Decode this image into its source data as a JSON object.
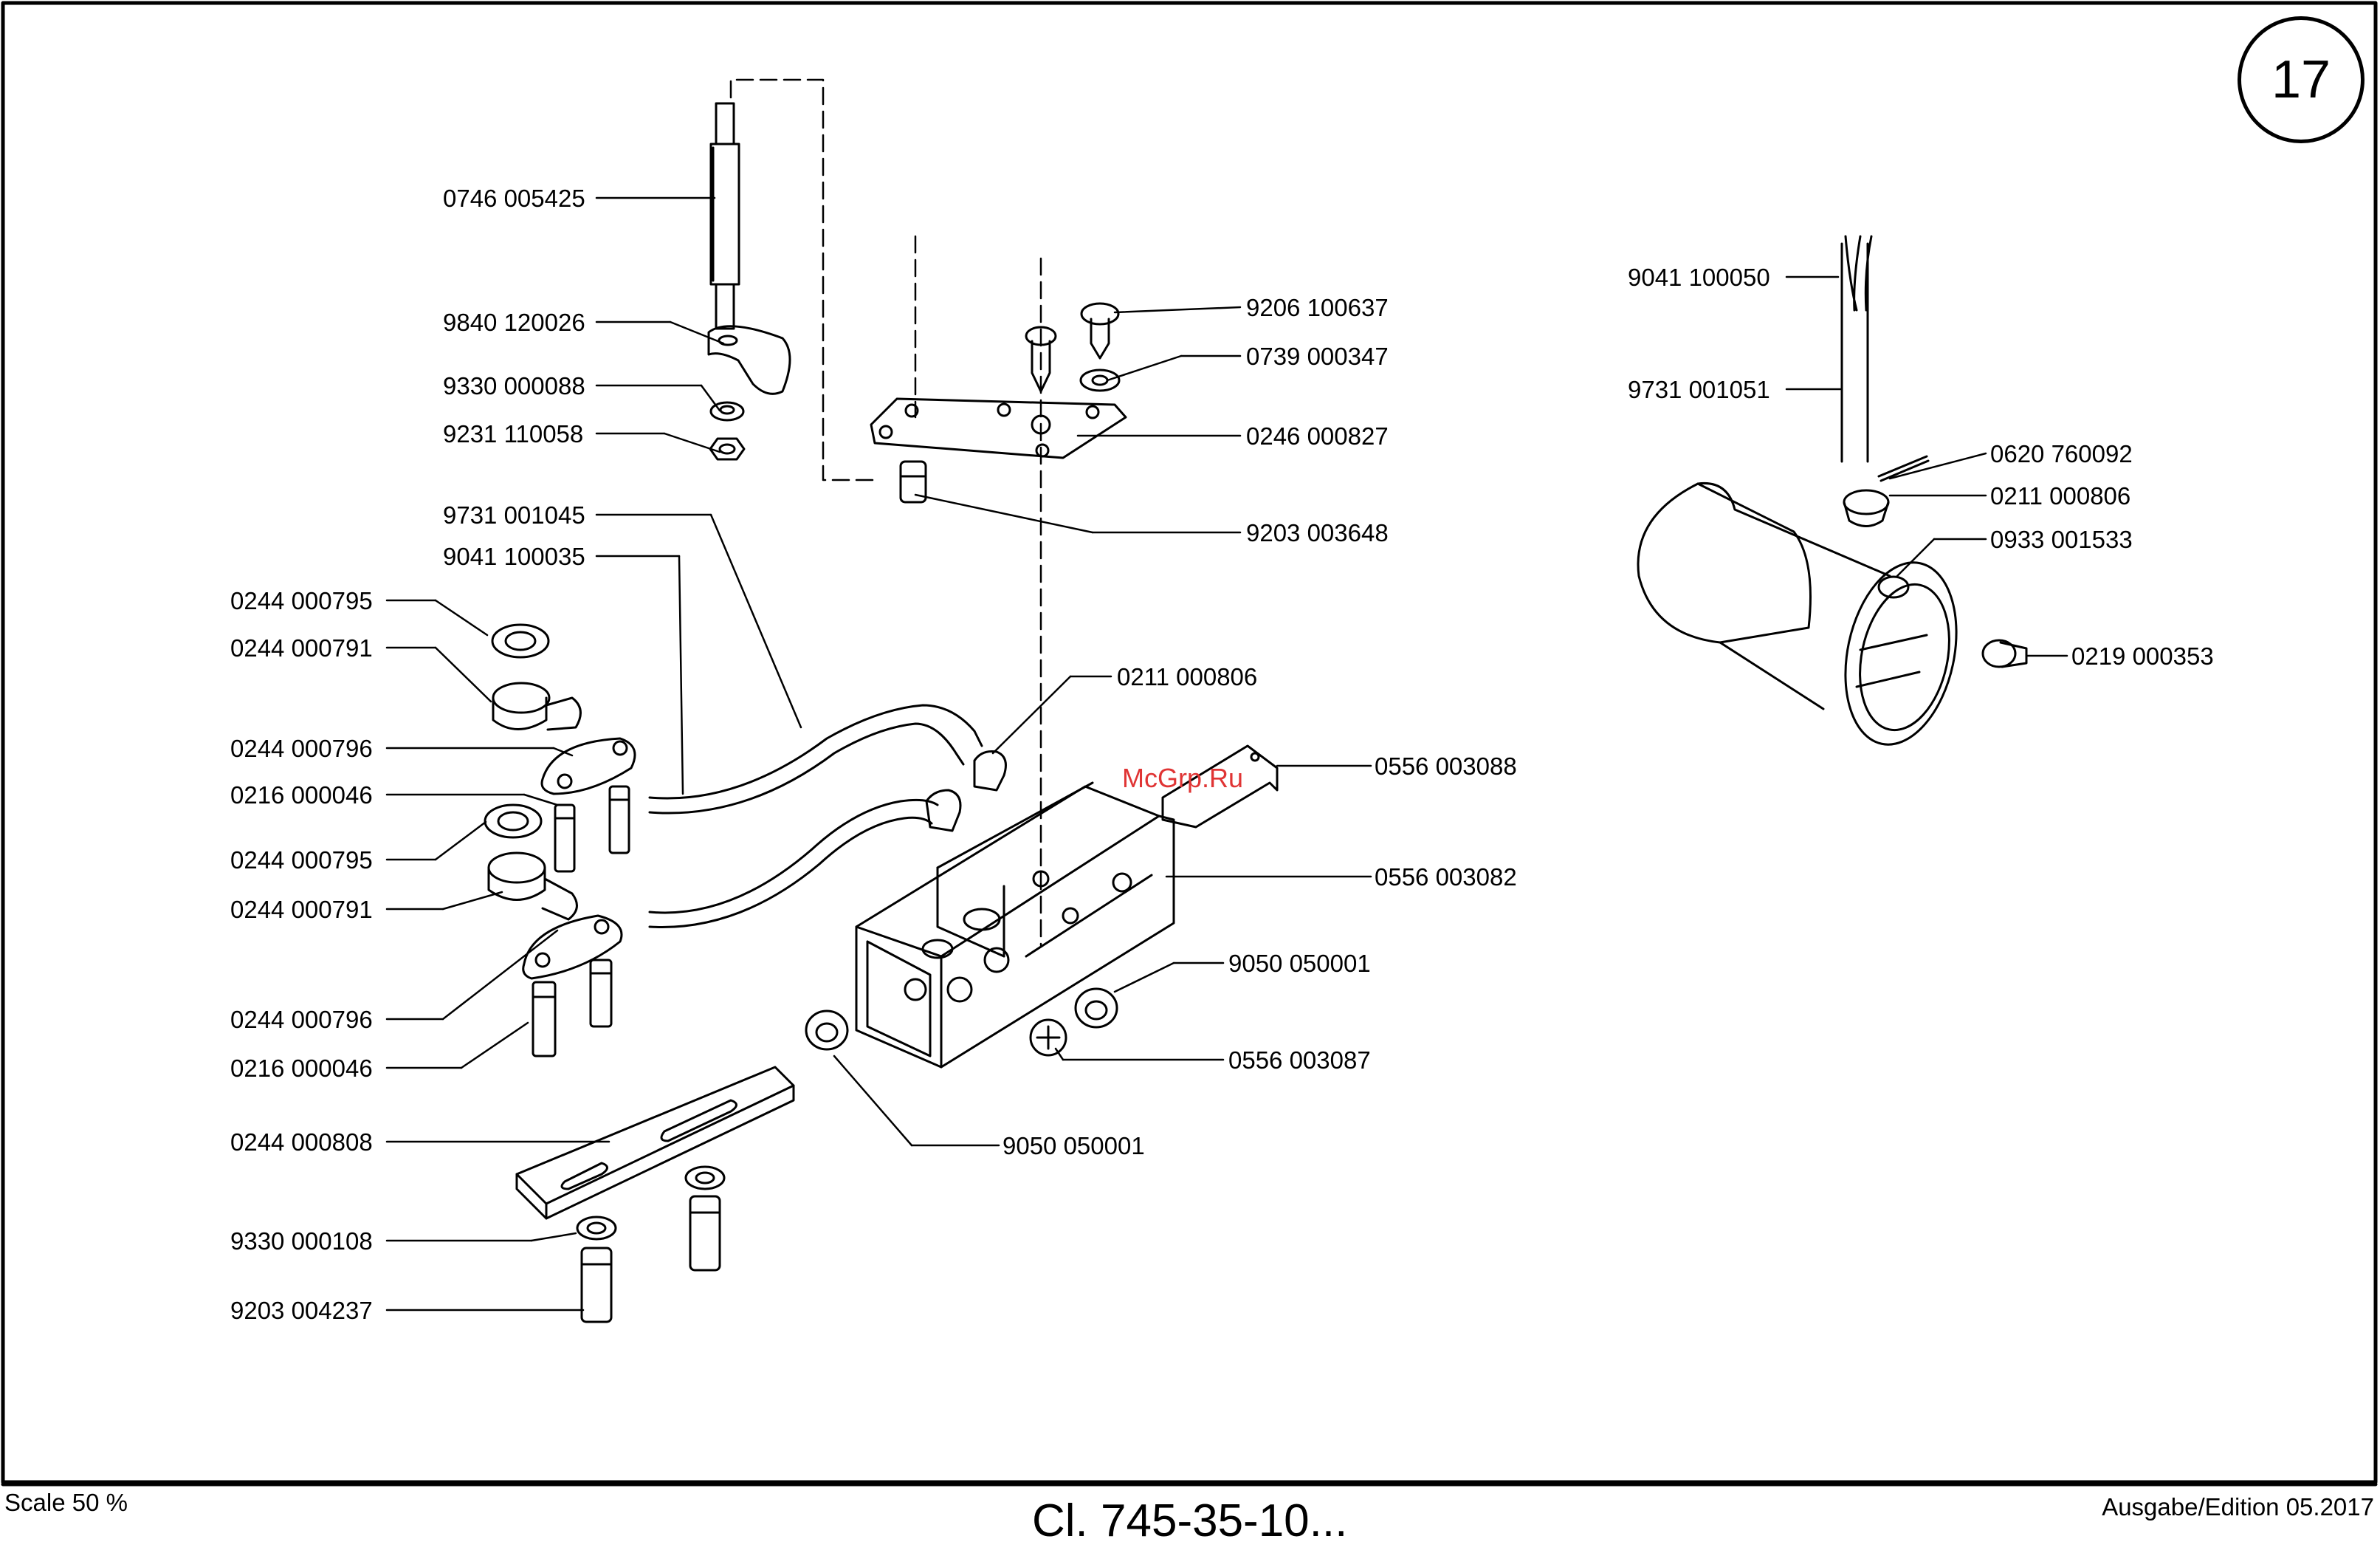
{
  "page": {
    "number": "17"
  },
  "footer": {
    "scale": "Scale 50 %",
    "title": "Cl. 745-35-10...",
    "edition": "Ausgabe/Edition 05.2017"
  },
  "watermark": "McGrp.Ru",
  "callouts": [
    {
      "id": "c01",
      "text": "0746 005425"
    },
    {
      "id": "c02",
      "text": "9840 120026"
    },
    {
      "id": "c03",
      "text": "9330 000088"
    },
    {
      "id": "c04",
      "text": "9231 110058"
    },
    {
      "id": "c05",
      "text": "9731 001045"
    },
    {
      "id": "c06",
      "text": "9041 100035"
    },
    {
      "id": "c07",
      "text": "0244 000795"
    },
    {
      "id": "c08",
      "text": "0244 000791"
    },
    {
      "id": "c09",
      "text": "0244 000796"
    },
    {
      "id": "c10",
      "text": "0216 000046"
    },
    {
      "id": "c11",
      "text": "0244 000795"
    },
    {
      "id": "c12",
      "text": "0244 000791"
    },
    {
      "id": "c13",
      "text": "0244 000796"
    },
    {
      "id": "c14",
      "text": "0216 000046"
    },
    {
      "id": "c15",
      "text": "0244 000808"
    },
    {
      "id": "c16",
      "text": "9330 000108"
    },
    {
      "id": "c17",
      "text": "9203 004237"
    },
    {
      "id": "c18",
      "text": "9206 100637"
    },
    {
      "id": "c19",
      "text": "0739 000347"
    },
    {
      "id": "c20",
      "text": "0246 000827"
    },
    {
      "id": "c21",
      "text": "9203 003648"
    },
    {
      "id": "c22",
      "text": "0211 000806"
    },
    {
      "id": "c23",
      "text": "0556 003088"
    },
    {
      "id": "c24",
      "text": "0556 003082"
    },
    {
      "id": "c25",
      "text": "9050 050001"
    },
    {
      "id": "c26",
      "text": "0556 003087"
    },
    {
      "id": "c27",
      "text": "9050 050001"
    },
    {
      "id": "c28",
      "text": "9041 100050"
    },
    {
      "id": "c29",
      "text": "9731 001051"
    },
    {
      "id": "c30",
      "text": "0620 760092"
    },
    {
      "id": "c31",
      "text": "0211 000806"
    },
    {
      "id": "c32",
      "text": "0933 001533"
    },
    {
      "id": "c33",
      "text": "0219 000353"
    }
  ]
}
